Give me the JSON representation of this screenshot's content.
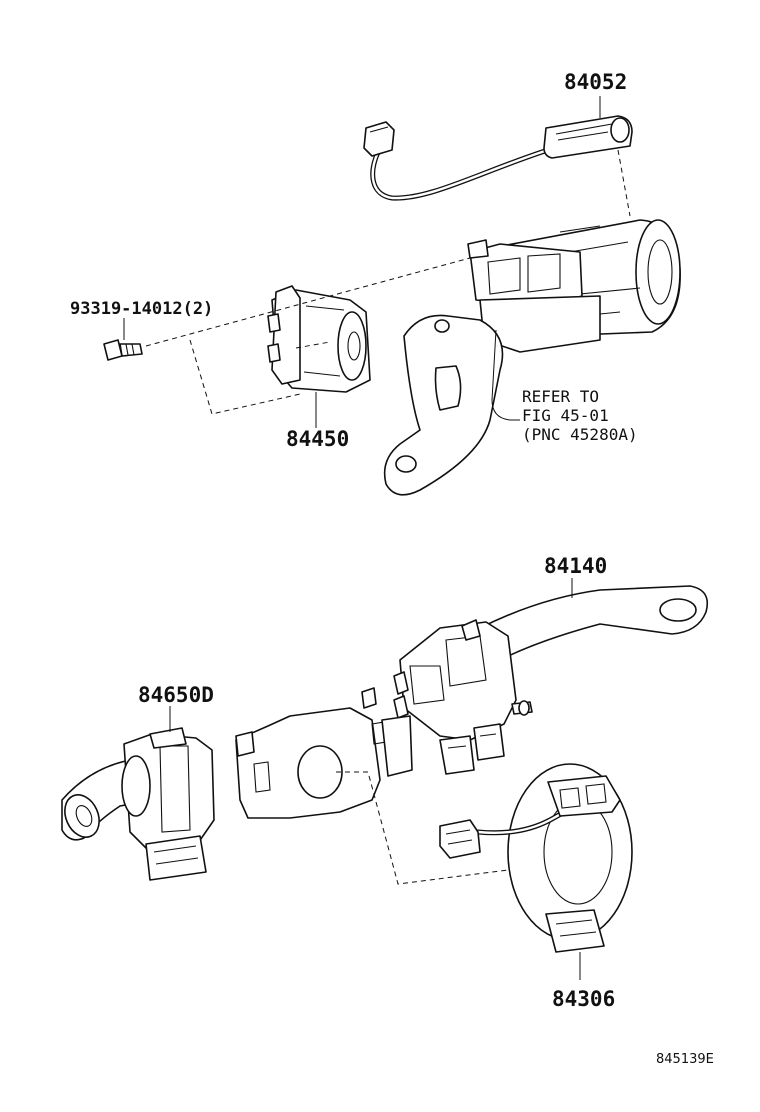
{
  "labels": {
    "p84052": "84052",
    "p93319": "93319-14012(2)",
    "p84450": "84450",
    "refer_line1": "REFER TO",
    "refer_line2": "FIG 45-01",
    "refer_line3": "(PNC 45280A)",
    "p84140": "84140",
    "p84650D": "84650D",
    "p84306": "84306",
    "figure_code": "845139E"
  }
}
